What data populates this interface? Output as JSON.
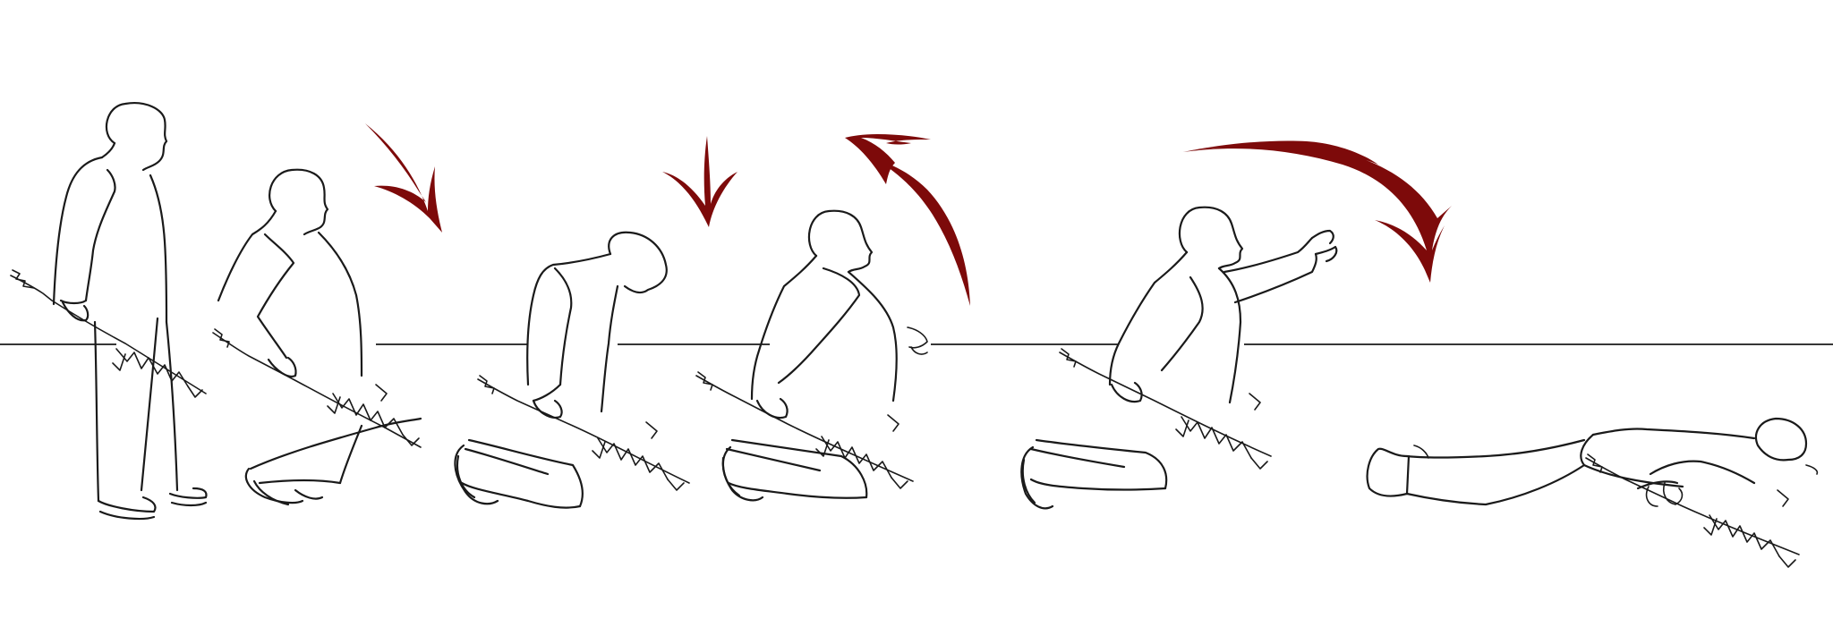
{
  "diagram": {
    "colors": {
      "background": "#ffffff",
      "ink": "#1a1a1a",
      "arrow": "#7d0a0a"
    },
    "stages": [
      {
        "pose": "standing",
        "arrow": "none"
      },
      {
        "pose": "crouching",
        "arrow": "down-right"
      },
      {
        "pose": "kneeling-forward",
        "arrow": "down"
      },
      {
        "pose": "kneeling-upright",
        "arrow": "back-curve"
      },
      {
        "pose": "kneeling-lean-back",
        "arrow": "long-curve-down"
      },
      {
        "pose": "lying-face-down",
        "arrow": "none"
      }
    ]
  }
}
